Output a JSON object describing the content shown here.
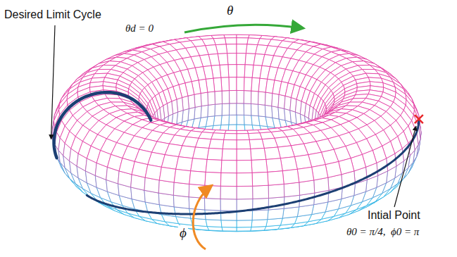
{
  "diagram": {
    "labels": [
      "Desired Limit Cycle",
      "θd = 0",
      "θ",
      "ϕ",
      "Intial Point",
      "θ0 = π/4,  ϕ0 = π"
    ]
  }
}
